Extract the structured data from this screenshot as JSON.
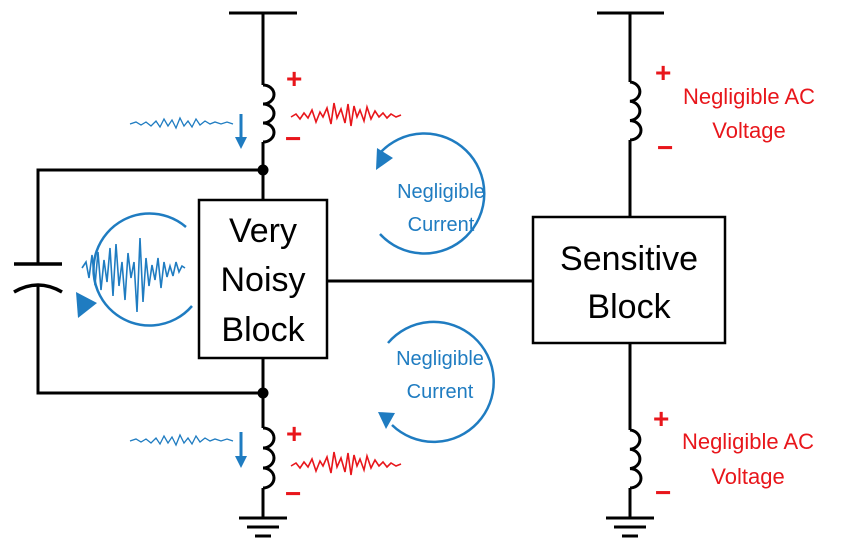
{
  "blocks": {
    "noisy": [
      "Very",
      "Noisy",
      "Block"
    ],
    "sensitive": [
      "Sensitive",
      "Block"
    ]
  },
  "loops": {
    "upper": [
      "Negligible",
      "Current"
    ],
    "lower": [
      "Negligible",
      "Current"
    ]
  },
  "voltage_labels": {
    "top": [
      "Negligible AC",
      "Voltage"
    ],
    "bottom": [
      "Negligible AC",
      "Voltage"
    ]
  },
  "polarity": {
    "plus": "+",
    "minus": "−"
  },
  "colors": {
    "wire": "#000000",
    "noise_red": "#e8161b",
    "current_blue": "#1f7cc1"
  }
}
